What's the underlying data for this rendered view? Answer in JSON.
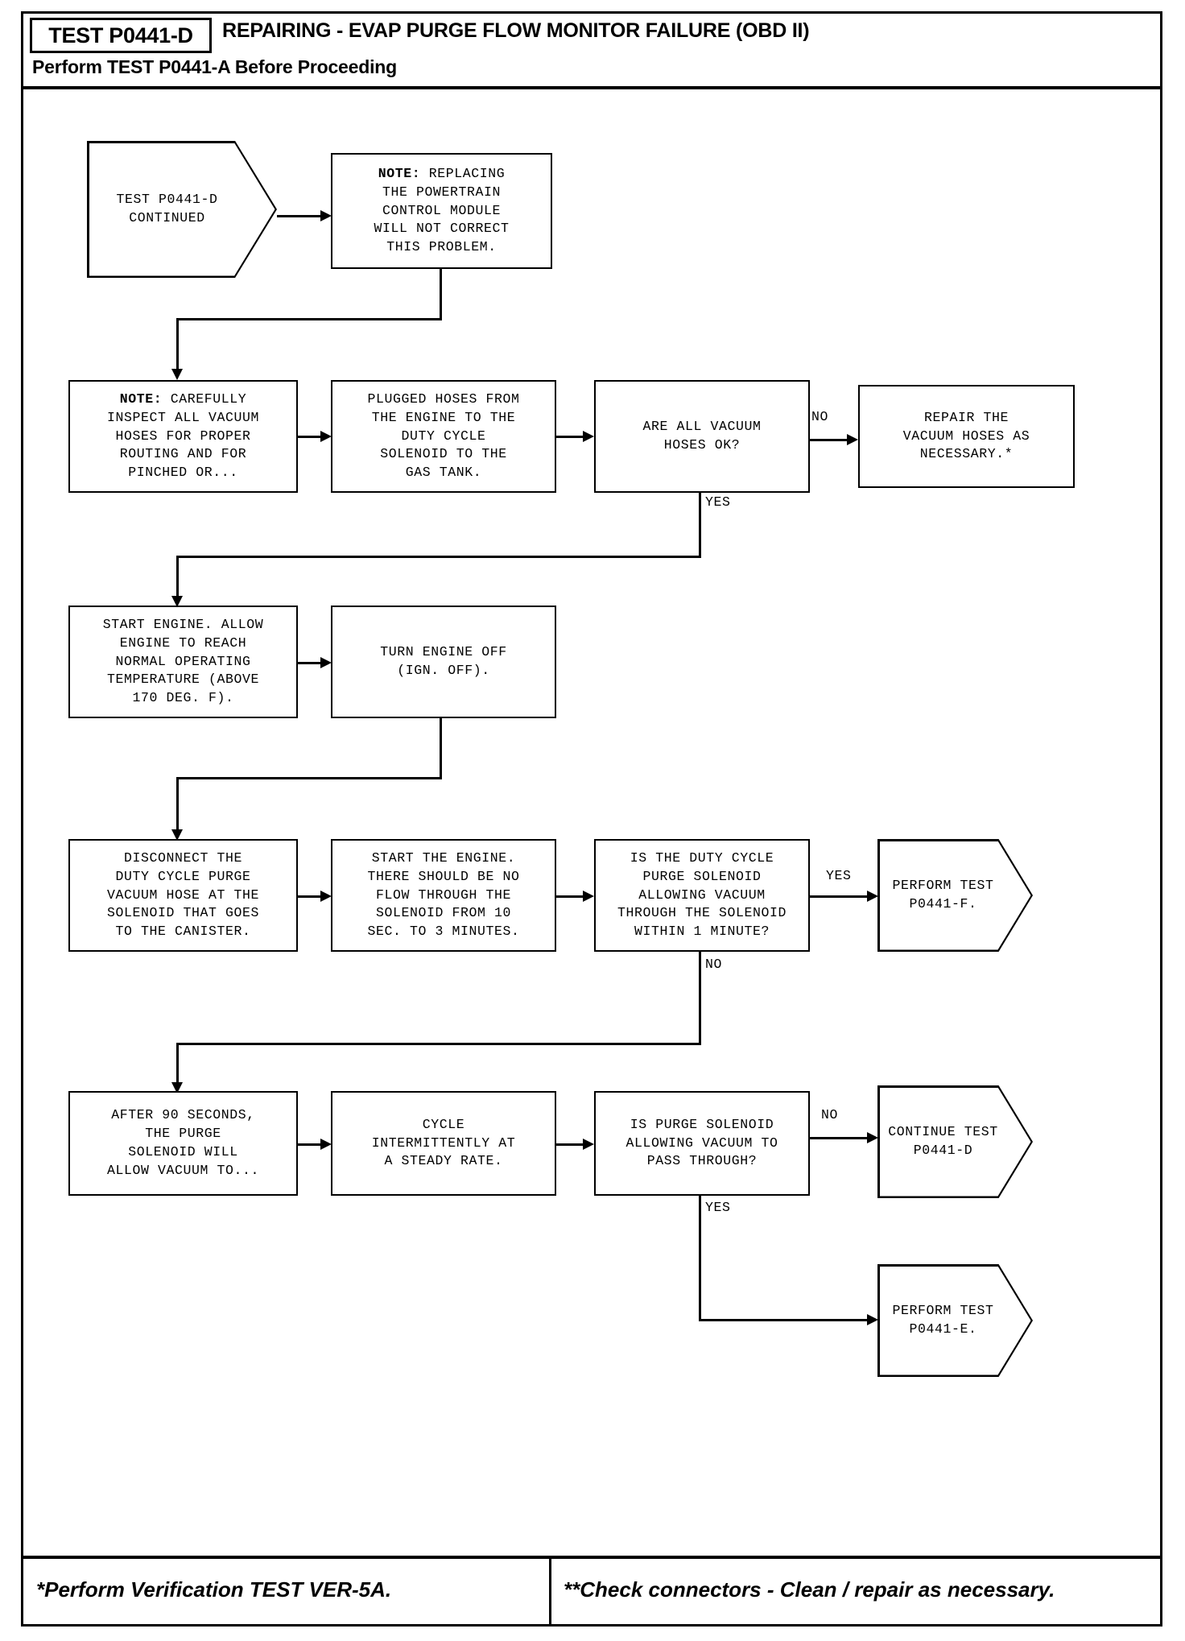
{
  "header": {
    "test_id": "TEST P0441-D",
    "title": "REPAIRING - EVAP PURGE FLOW MONITOR FAILURE (OBD II)",
    "subtitle": "Perform TEST P0441-A Before Proceeding"
  },
  "footer": {
    "left": "*Perform Verification TEST VER-5A.",
    "right": "**Check connectors - Clean / repair as necessary."
  },
  "nodes": {
    "continued": {
      "shape": "arrow",
      "lines": [
        "TEST P0441-D",
        "CONTINUED"
      ]
    },
    "note_pcm": {
      "shape": "box",
      "bold_lead": "NOTE:",
      "lines": [
        "NOTE: REPLACING",
        "THE POWERTRAIN",
        "CONTROL MODULE",
        "WILL NOT CORRECT",
        "THIS PROBLEM."
      ]
    },
    "note_inspect": {
      "shape": "box",
      "bold_lead": "NOTE:",
      "lines": [
        "NOTE: CAREFULLY",
        "INSPECT ALL VACUUM",
        "HOSES FOR PROPER",
        "ROUTING AND FOR",
        "PINCHED OR..."
      ]
    },
    "plugged_hoses": {
      "shape": "box",
      "lines": [
        "PLUGGED HOSES FROM",
        "THE ENGINE TO THE",
        "DUTY CYCLE",
        "SOLENOID TO THE",
        "GAS TANK."
      ]
    },
    "hoses_ok": {
      "shape": "box",
      "lines": [
        "ARE ALL VACUUM",
        "HOSES OK?"
      ]
    },
    "repair_hoses": {
      "shape": "box",
      "lines": [
        "REPAIR THE",
        "VACUUM HOSES AS",
        "NECESSARY.*"
      ]
    },
    "start_engine_warm": {
      "shape": "box",
      "lines": [
        "START ENGINE. ALLOW",
        "ENGINE TO REACH",
        "NORMAL OPERATING",
        "TEMPERATURE (ABOVE",
        "170 DEG. F)."
      ]
    },
    "turn_engine_off": {
      "shape": "box",
      "lines": [
        "TURN ENGINE OFF",
        "(IGN. OFF)."
      ]
    },
    "disconnect_hose": {
      "shape": "box",
      "lines": [
        "DISCONNECT THE",
        "DUTY CYCLE PURGE",
        "VACUUM HOSE AT THE",
        "SOLENOID THAT GOES",
        "TO THE CANISTER."
      ]
    },
    "start_no_flow": {
      "shape": "box",
      "lines": [
        "START THE ENGINE.",
        "THERE SHOULD BE NO",
        "FLOW THROUGH THE",
        "SOLENOID FROM 10",
        "SEC. TO 3 MINUTES."
      ]
    },
    "duty_cycle_q": {
      "shape": "box",
      "lines": [
        "IS THE DUTY CYCLE",
        "PURGE SOLENOID",
        "ALLOWING VACUUM",
        "THROUGH THE SOLENOID",
        "WITHIN 1 MINUTE?"
      ]
    },
    "perform_f": {
      "shape": "arrow",
      "lines": [
        "PERFORM TEST",
        "P0441-F."
      ]
    },
    "after_90": {
      "shape": "box",
      "lines": [
        "AFTER 90 SECONDS,",
        "THE PURGE",
        "SOLENOID WILL",
        "ALLOW VACUUM TO..."
      ]
    },
    "cycle_steady": {
      "shape": "box",
      "lines": [
        "CYCLE",
        "INTERMITTENTLY AT",
        "A STEADY RATE."
      ]
    },
    "purge_pass_q": {
      "shape": "box",
      "lines": [
        "IS PURGE SOLENOID",
        "ALLOWING VACUUM TO",
        "PASS THROUGH?"
      ]
    },
    "continue_d": {
      "shape": "arrow",
      "lines": [
        "CONTINUE TEST",
        "P0441-D"
      ]
    },
    "perform_e": {
      "shape": "arrow",
      "lines": [
        "PERFORM TEST",
        "P0441-E."
      ]
    }
  },
  "edge_labels": {
    "hoses_no": "NO",
    "hoses_yes": "YES",
    "duty_yes": "YES",
    "duty_no": "NO",
    "purge_no": "NO",
    "purge_yes": "YES"
  }
}
